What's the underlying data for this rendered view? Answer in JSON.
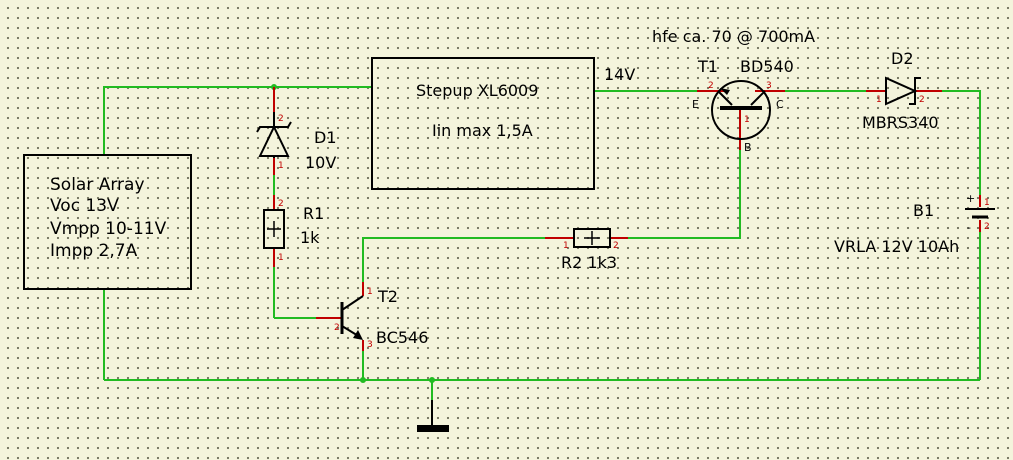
{
  "blocks": {
    "solar_array": {
      "line1": "Solar Array",
      "line2": "Voc 13V",
      "line3": "Vmpp 10-11V",
      "line4": "Impp 2,7A"
    },
    "stepup": {
      "line1": "Stepup XL6009",
      "line2": "Iin max 1,5A"
    }
  },
  "labels": {
    "voltage_14v": "14V",
    "hfe_note": "hfe ca. 70 @ 700mA"
  },
  "components": {
    "d1": {
      "ref": "D1",
      "value": "10V",
      "pin1": "1",
      "pin2": "2"
    },
    "r1": {
      "ref": "R1",
      "value": "1k",
      "pin1": "1",
      "pin2": "2"
    },
    "t1": {
      "ref": "T1",
      "value": "BD540",
      "pin_e": "E",
      "pin_c": "C",
      "pin_b": "B",
      "pin2": "2",
      "pin3": "3",
      "pin1": "1"
    },
    "d2": {
      "ref": "D2",
      "value": "MBRS340",
      "pin1": "1",
      "pin2": "2"
    },
    "b1": {
      "ref": "B1",
      "value": "VRLA 12V 10Ah",
      "plus": "+",
      "minus": "-",
      "pin1": "1",
      "pin2": "2"
    },
    "r2": {
      "ref": "R2 1k3",
      "pin1": "1",
      "pin2": "2"
    },
    "t2": {
      "ref": "T2",
      "value": "BC546",
      "pin1": "1",
      "pin2": "2",
      "pin3": "3"
    }
  },
  "colors": {
    "wire": "#22bb22",
    "lead": "#c00000",
    "body": "#000000",
    "background": "#f4f4dc"
  }
}
